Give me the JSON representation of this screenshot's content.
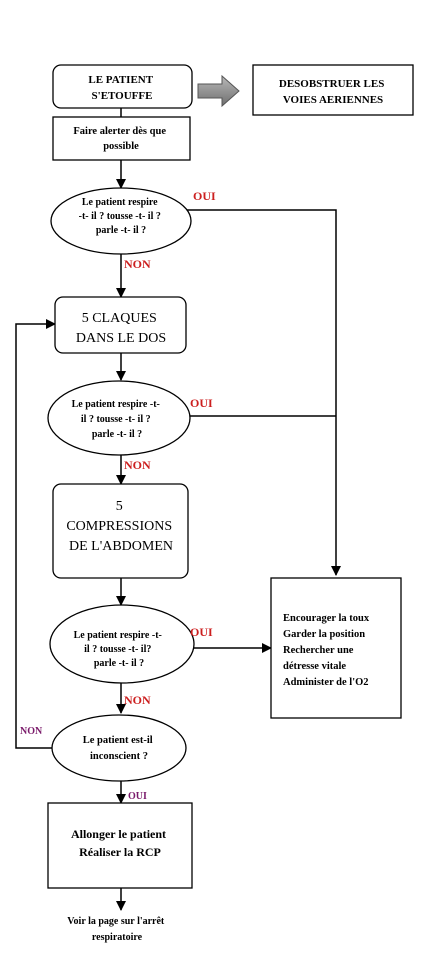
{
  "nodes": {
    "patient_etouffe": [
      "LE PATIENT",
      "S'ETOUFFE"
    ],
    "desobstruer": [
      "DESOBSTRUER LES",
      "VOIES AERIENNES"
    ],
    "alerter": [
      "Faire alerter dès que",
      "possible"
    ],
    "q1": [
      "Le patient respire",
      "-t- il ? tousse -t- il ?",
      "parle -t- il ?"
    ],
    "claques": [
      "5 CLAQUES",
      "DANS LE DOS"
    ],
    "q2": [
      "Le patient respire -t-",
      "il ? tousse -t- il ?",
      "parle -t- il ?"
    ],
    "compressions": [
      "5",
      "COMPRESSIONS",
      "DE L'ABDOMEN"
    ],
    "q3": [
      "Le patient respire -t-",
      "il ? tousse -t- il?",
      "parle -t- il ?"
    ],
    "inconscient": [
      "Le patient est-il",
      "inconscient ?"
    ],
    "encourager": [
      "Encourager la toux",
      "Garder la position",
      "Rechercher une",
      "détresse vitale",
      "Administer de l'O2"
    ],
    "rcp": [
      "Allonger le patient",
      "Réaliser la RCP"
    ],
    "voir": [
      "Voir la page sur l'arrêt",
      "respiratoire"
    ]
  },
  "labels": {
    "oui1": "OUI",
    "non1": "NON",
    "oui2": "OUI",
    "non2": "NON",
    "oui3": "OUI",
    "non3": "NON",
    "non_loop": "NON",
    "oui4": "OUI"
  },
  "colors": {
    "yes_no_red": "#cc1f1f",
    "loop_purple": "#7a1a6a",
    "arrow_grey": "#8a8a8a"
  }
}
